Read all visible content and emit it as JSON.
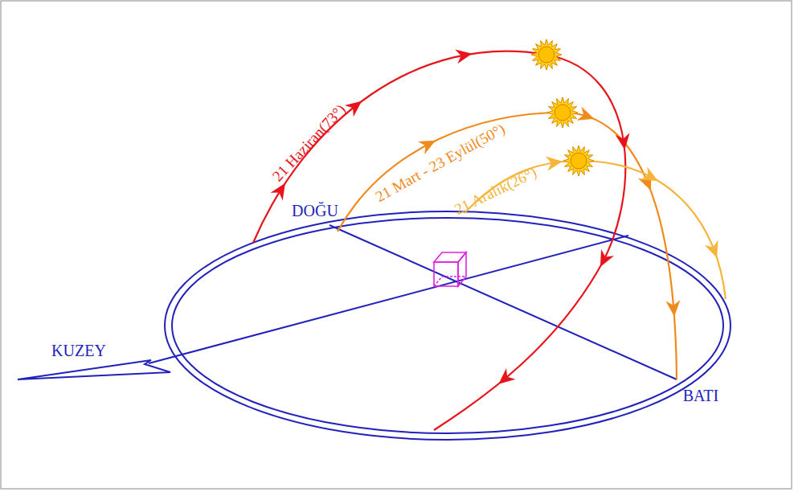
{
  "diagram": {
    "labels": [
      "21 Haziran(73°)",
      "21 Mart - 23 Eylül(50°)",
      "21 Aralık(26°)",
      "DOĞU",
      "KUZEY",
      "BATI"
    ]
  }
}
